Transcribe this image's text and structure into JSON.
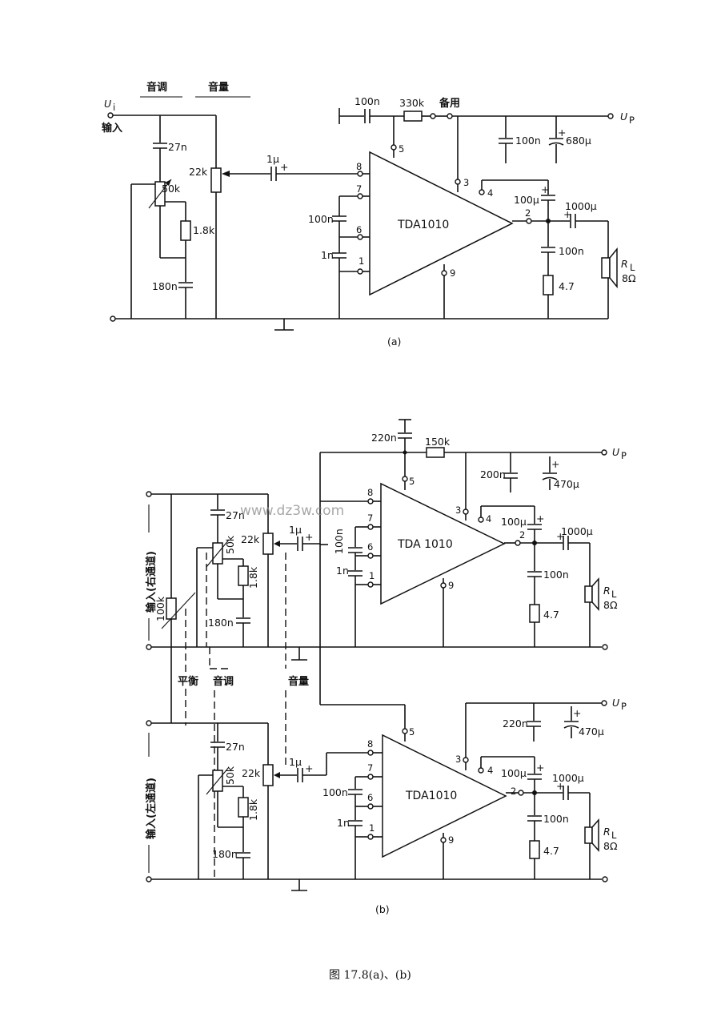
{
  "figure_caption": "图 17.8(a)、(b)",
  "watermark": "www.dz3w.com",
  "a": {
    "sublabel": "(a)",
    "header_tone": "音调",
    "header_volume": "音量",
    "input_symbol": "U",
    "input_sub": "i",
    "input_label": "输入",
    "supply_symbol": "U",
    "supply_sub": "P",
    "ic_label": "TDA1010",
    "c_tone_top": "27n",
    "r_tone_pot": "50k",
    "r_tone_fixed": "1.8k",
    "c_tone_bottom": "180n",
    "r_volume_pot": "22k",
    "c_coupling": "1μ",
    "c_input_top": "100n",
    "c_input_bottom": "1n",
    "c_supply_series": "100n",
    "r_supply": "330k",
    "spare_label": "备用",
    "c_supply_filter": "100n",
    "c_supply_bulk": "680μ",
    "c_bootstrap": "100μ",
    "c_output": "1000μ",
    "c_zobel": "100n",
    "r_zobel": "4.7",
    "load_symbol": "R",
    "load_sub": "L",
    "load_value": "8Ω",
    "pins": [
      "8",
      "7",
      "6",
      "1",
      "5",
      "3",
      "4",
      "2",
      "9"
    ]
  },
  "b": {
    "sublabel": "(b)",
    "right_input_label": "输入(右通道)",
    "left_input_label": "输入(左通道)",
    "balance_label": "平衡",
    "tone_label": "音调",
    "volume_label": "音量",
    "balance_pot": "100k",
    "supply_symbol": "U",
    "supply_sub": "P",
    "top_ic_label": "TDA 1010",
    "bottom_ic_label": "TDA1010",
    "c_supply_series": "220n",
    "r_supply": "150k",
    "c_supply_filter_top": "200n",
    "c_supply_filter_bottom": "220n",
    "c_supply_bulk": "470μ",
    "c_tone_top": "27n",
    "r_tone_pot": "50k",
    "r_tone_fixed": "1.8k",
    "c_tone_bottom": "180n",
    "r_volume_pot": "22k",
    "c_coupling": "1μ",
    "c_input_top": "100n",
    "c_input_bottom": "1n",
    "c_bootstrap": "100μ",
    "c_output": "1000μ",
    "c_zobel": "100n",
    "r_zobel": "4.7",
    "load_symbol": "R",
    "load_sub": "L",
    "load_value": "8Ω",
    "pins": [
      "8",
      "7",
      "6",
      "1",
      "5",
      "3",
      "4",
      "2",
      "9"
    ]
  }
}
